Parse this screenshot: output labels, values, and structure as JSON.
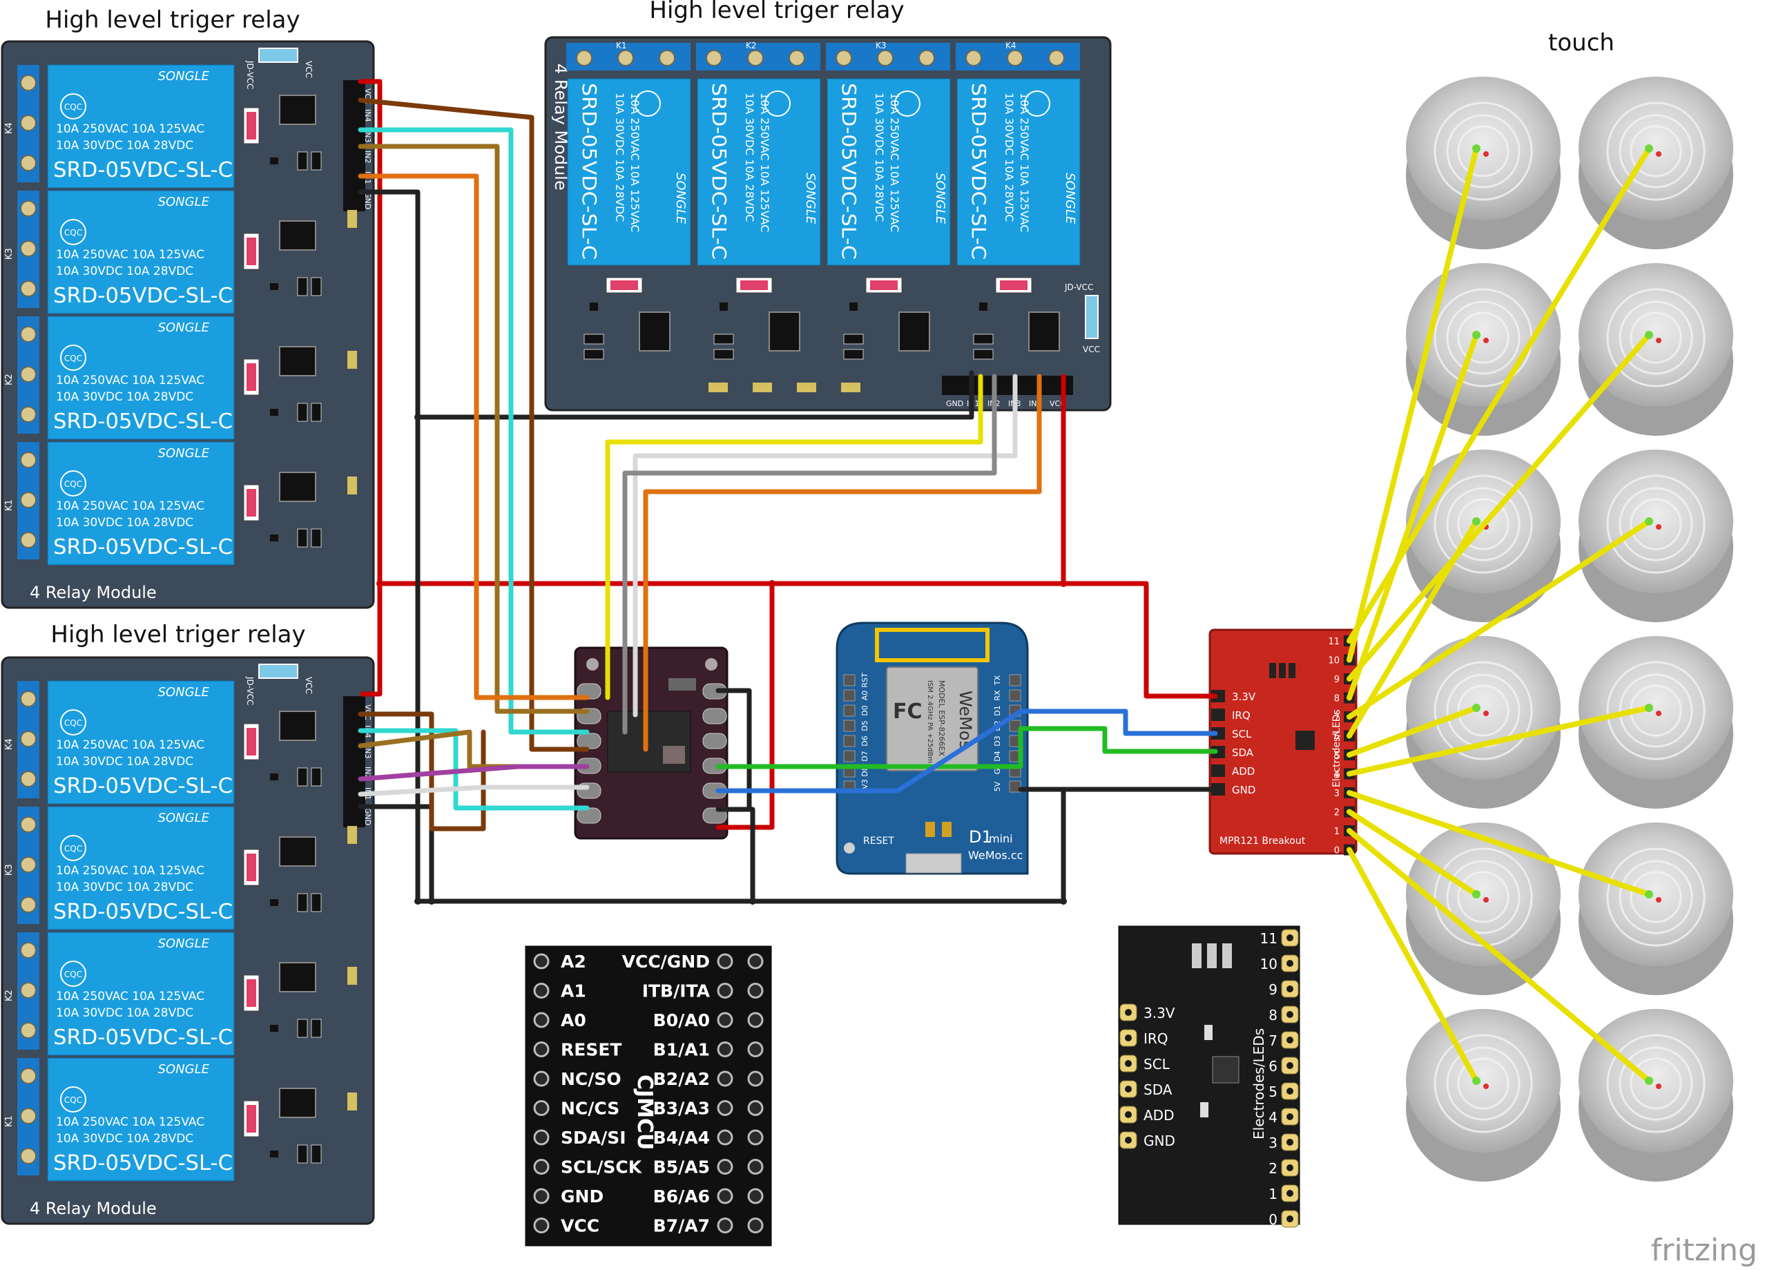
{
  "labels": {
    "relay_top_left": "High level triger relay",
    "relay_top_center": "High level triger relay",
    "relay_bottom_left": "High level triger relay",
    "touch": "touch",
    "fritzing": "fritzing"
  },
  "relay": {
    "module_name": "4 Relay Module",
    "brand": "SONGLE",
    "cqc": "CQC",
    "spec_line1": "10A 250VAC  10A 125VAC",
    "spec_line2": "10A  30VDC  10A  28VDC",
    "model": "SRD-05VDC-SL-C",
    "k_labels": [
      "K4",
      "K3",
      "K2",
      "K1"
    ],
    "k_labels_top": [
      "K1",
      "K2",
      "K3",
      "K4"
    ],
    "jd_vcc": "JD-VCC",
    "vcc": "VCC",
    "pins_side": [
      "VCC",
      "IN4",
      "IN3",
      "IN2",
      "IN1",
      "GND"
    ],
    "pins_bottom": [
      "GND",
      "IN1",
      "IN2",
      "IN3",
      "IN4",
      "VCC"
    ]
  },
  "d1mini": {
    "name": "D1",
    "name_sub": "mini",
    "brand": "WeMos",
    "site": "WeMos.cc",
    "reset": "RESET",
    "fc": "FC",
    "esp_model": "MODEL ESP-8266EX",
    "esp_info": "ISM 2.4GHz  PA +25dBm",
    "pins_left": [
      "RST",
      "A0",
      "D0",
      "D5",
      "D6",
      "D7",
      "D8",
      "3V3"
    ],
    "pins_right": [
      "TX",
      "RX",
      "D1",
      "D2",
      "D3",
      "D4",
      "G",
      "5V"
    ]
  },
  "mpr121": {
    "name": "MPR121 Breakout",
    "electrodes": "Electrodes/LEDs",
    "pins": [
      "3.3V",
      "IRQ",
      "SCL",
      "SDA",
      "ADD",
      "GND"
    ],
    "electrode_numbers": [
      "11",
      "10",
      "9",
      "8",
      "7",
      "6",
      "5",
      "4",
      "3",
      "2",
      "1",
      "0"
    ]
  },
  "cjmcu": {
    "name": "CJMCU",
    "left_pins": [
      "A2",
      "A1",
      "A0",
      "RESET",
      "NC/SO",
      "NC/CS",
      "SDA/SI",
      "SCL/SCK",
      "GND",
      "VCC"
    ],
    "right_pins": [
      "VCC/GND",
      "ITB/ITA",
      "B0/A0",
      "B1/A1",
      "B2/A2",
      "B3/A3",
      "B4/A4",
      "B5/A5",
      "B6/A6",
      "B7/A7"
    ]
  },
  "colors": {
    "relay_board": "#3d4a5a",
    "relay_blue": "#1a9ee0",
    "wemos_blue": "#1e5f99",
    "mpr_red": "#c8271e",
    "cjmcu_bg": "#101010",
    "touch_pad": "#c8c8c8",
    "wire_red": "#cc0000",
    "wire_yellow": "#e8e000"
  }
}
